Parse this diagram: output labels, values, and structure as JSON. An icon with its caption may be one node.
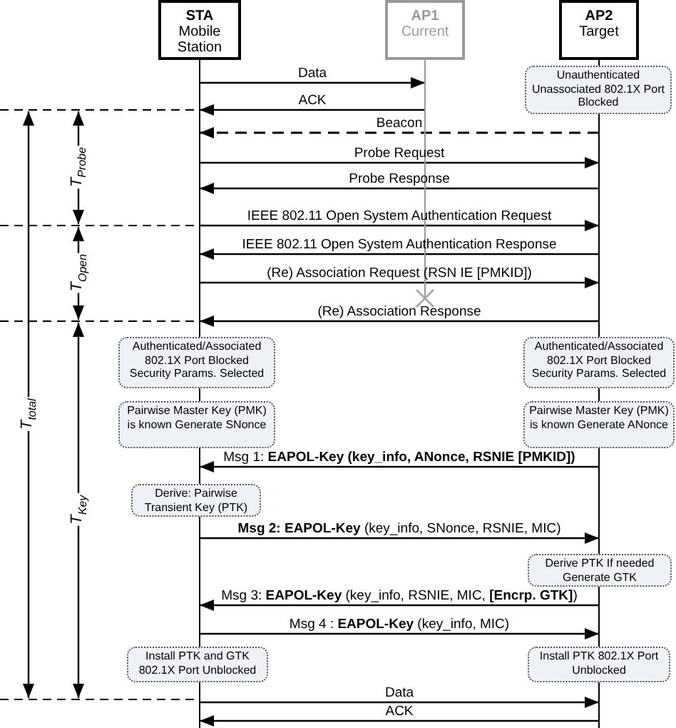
{
  "diagram": {
    "nodes": [
      {
        "text": [
          "STA",
          "Mobile Station"
        ]
      },
      {
        "text": [
          "AP1",
          "Current"
        ]
      },
      {
        "text": [
          "AP2",
          "Target"
        ]
      },
      {
        "text": [
          "Unauthenticated Unassociated 802.1X Port Blocked"
        ]
      },
      {
        "text": [
          "Authenticated/Associated 802.1X Port Blocked Security Params. Selected"
        ]
      },
      {
        "text": [
          "Authenticated/Associated 802.1X Port Blocked Security Params. Selected"
        ]
      },
      {
        "text": [
          "Pairwise Master Key (PMK) is known Generate SNonce"
        ]
      },
      {
        "text": [
          "Pairwise Master Key (PMK) is known Generate ANonce"
        ]
      },
      {
        "text": [
          "Derive: Pairwise Transient Key (PTK)"
        ]
      },
      {
        "text": [
          "Derive PTK If needed Generate GTK"
        ]
      },
      {
        "text": [
          "Install PTK and GTK 802.1X Port Unblocked"
        ]
      },
      {
        "text": [
          "Install PTK 802.1X Port Unblocked"
        ]
      }
    ],
    "edges": [
      {
        "from": 0,
        "to": 1,
        "arrow": "to",
        "label": "Data"
      },
      {
        "from": 1,
        "to": 0,
        "arrow": "to",
        "label": "ACK"
      },
      {
        "from": 2,
        "to": 0,
        "arrow": "to",
        "label": "Beacon",
        "style": "dashed"
      },
      {
        "from": 0,
        "to": 2,
        "arrow": "to",
        "label": "Probe Request"
      },
      {
        "from": 2,
        "to": 0,
        "arrow": "to",
        "label": "Probe Response"
      },
      {
        "from": 0,
        "to": 2,
        "arrow": "to",
        "label": "IEEE 802.11 Open System Authentication Request"
      },
      {
        "from": 2,
        "to": 0,
        "arrow": "to",
        "label": "IEEE 802.11 Open System Authentication Response"
      },
      {
        "from": 0,
        "to": 2,
        "arrow": "to",
        "label": "(Re) Association Request (RSN IE [PMKID])"
      },
      {
        "from": 2,
        "to": 0,
        "arrow": "to",
        "label": "(Re) Association Response"
      },
      {
        "from": 2,
        "to": 0,
        "arrow": "to",
        "label": "Msg 1: **EAPOL-Key (key_info, ANonce, RSNIE [PMKID])**"
      },
      {
        "from": 0,
        "to": 2,
        "arrow": "to",
        "label": "**Msg 2: EAPOL-Key** (key_info, SNonce, RSNIE, MIC)"
      },
      {
        "from": 2,
        "to": 0,
        "arrow": "to",
        "label": "Msg 3: **EAPOL-Key** (key_info, RSNIE, MIC, **[Encrp. GTK]**)"
      },
      {
        "from": 0,
        "to": 2,
        "arrow": "to",
        "label": "Msg 4 : **EAPOL-Key** (key_info, MIC)"
      },
      {
        "from": 0,
        "to": 2,
        "arrow": "to",
        "label": "Data"
      },
      {
        "from": 2,
        "to": 0,
        "arrow": "to",
        "label": "ACK"
      }
    ],
    "labels": [
      "T$_{Probe}$",
      "T$_{Open}$",
      "T$_{total}$",
      "T$_{Key}$"
    ]
  }
}
